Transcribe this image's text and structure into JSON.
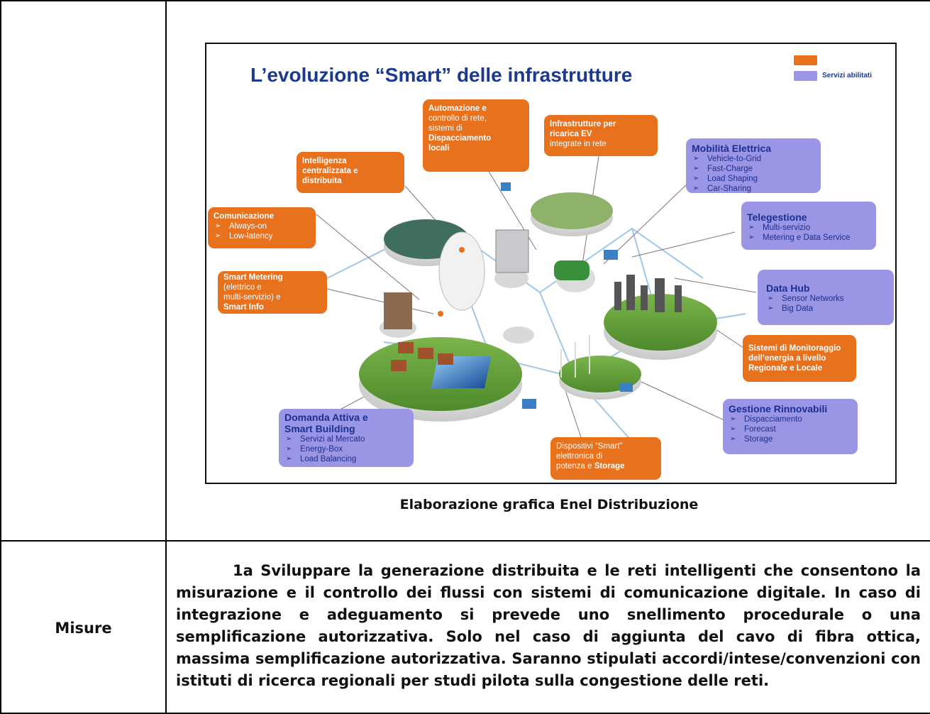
{
  "figure": {
    "title": "L’evoluzione “Smart” delle infrastrutture",
    "legend": {
      "orange_label": "",
      "purple_label": "Servizi abilitati",
      "orange_color": "#e8711e",
      "purple_color": "#9b95e6"
    },
    "boxes": {
      "automazione": {
        "l1": "Automazione e",
        "l2": "controllo di rete,",
        "l3": "sistemi di",
        "l4": "Dispacciamento",
        "l5": "locali"
      },
      "infrastrutture": {
        "l1": "Infrastrutture per",
        "l2": "ricarica EV",
        "l3": "integrate in rete"
      },
      "intelligenza": {
        "l1": "Intelligenza",
        "l2": "centralizzata e",
        "l3": "distribuita"
      },
      "comunicazione": {
        "title": "Comunicazione",
        "items": [
          "Always-on",
          "Low-latency"
        ]
      },
      "smart_metering": {
        "l1": "Smart Metering",
        "l2": "(elettrico  e",
        "l3": "multi-servizio) e",
        "l4": "Smart Info"
      },
      "mobilita": {
        "title": "Mobilità Elettrica",
        "items": [
          "Vehicle-to-Grid",
          "Fast-Charge",
          "Load Shaping",
          "Car-Sharing"
        ]
      },
      "telegestione": {
        "title": "Telegestione",
        "items": [
          "Multi-servizio",
          "Metering e Data Service"
        ]
      },
      "data_hub": {
        "title": "Data Hub",
        "items": [
          "Sensor Networks",
          "Big Data"
        ]
      },
      "monitoraggio": {
        "l1": "Sistemi di Monitoraggio",
        "l2": "dell’energia a livello",
        "l3": "Regionale e Locale"
      },
      "rinnovabili": {
        "title": "Gestione Rinnovabili",
        "items": [
          "Dispacciamento",
          "Forecast",
          "Storage"
        ]
      },
      "domanda": {
        "title1": "Domanda Attiva e",
        "title2": "Smart Building",
        "items": [
          "Servizi al Mercato",
          "Energy-Box",
          "Load Balancing"
        ]
      },
      "dispositivi": {
        "l1": "Dispositivi “Smart”",
        "l2": "elettronica di",
        "l3": "potenza e",
        "l4": "Storage"
      }
    }
  },
  "caption": "Elaborazione grafica Enel Distribuzione",
  "row_label": "Misure",
  "paragraph": "1a Sviluppare la generazione distribuita e le reti intelligenti che consentono la misurazione e il controllo dei flussi con sistemi di comunicazione digitale. In caso di integrazione e adeguamento si prevede uno snellimento procedurale o una semplificazione autorizzativa. Solo nel caso di aggiunta del cavo di fibra ottica, massima semplificazione autorizzativa. Saranno stipulati accordi/intese/convenzioni con istituti di ricerca regionali per studi pilota sulla congestione delle reti."
}
